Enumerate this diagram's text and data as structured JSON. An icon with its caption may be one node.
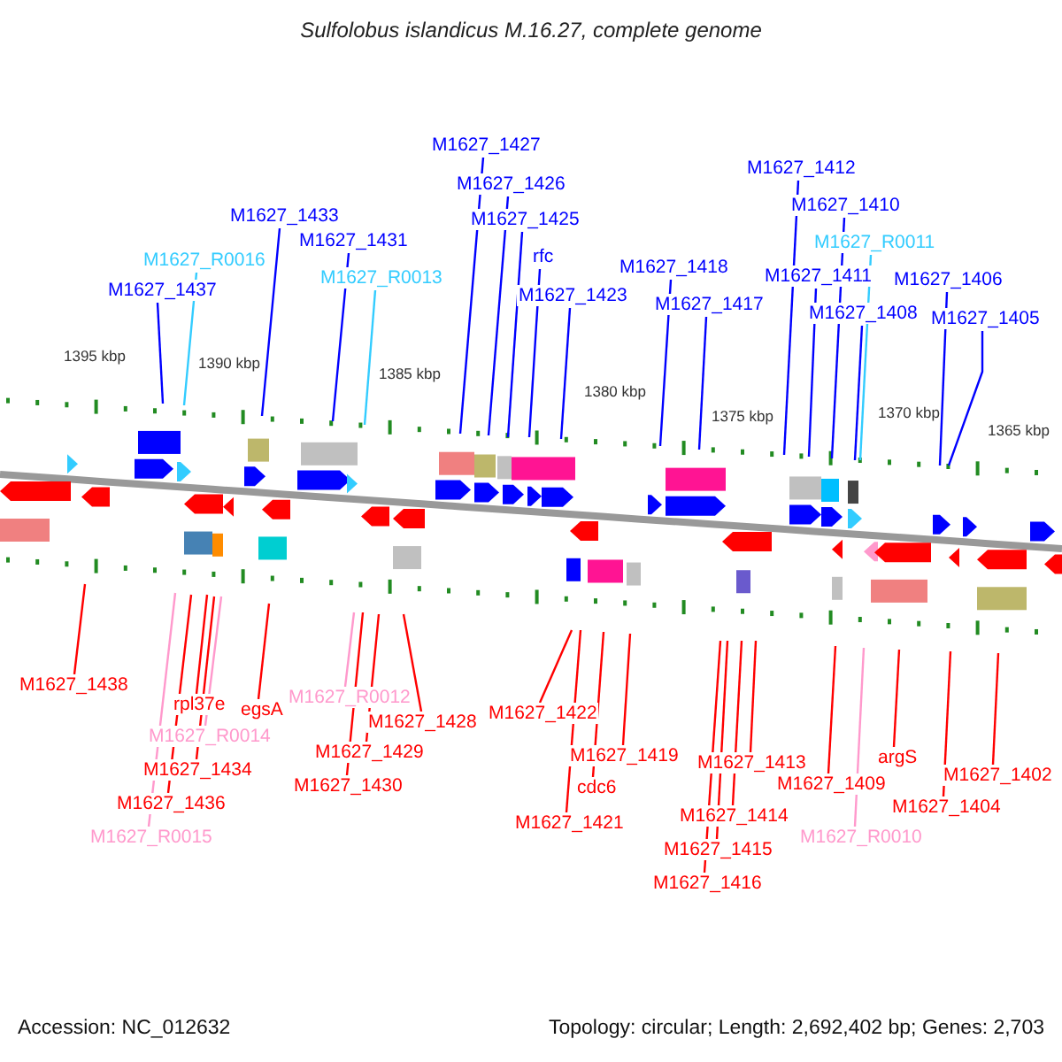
{
  "diagram": {
    "title": "Sulfolobus islandicus M.16.27, complete genome",
    "nodes": [
      {
        "text": [
          "M1627_1437"
        ]
      },
      {
        "text": [
          "M1627_R0016"
        ]
      },
      {
        "text": [
          "M1627_1433"
        ]
      },
      {
        "text": [
          "M1627_1431"
        ]
      },
      {
        "text": [
          "M1627_R0013"
        ]
      },
      {
        "text": [
          "M1627_1427"
        ]
      },
      {
        "text": [
          "M1627_1426"
        ]
      },
      {
        "text": [
          "M1627_1425"
        ]
      },
      {
        "text": [
          "rfc"
        ]
      },
      {
        "text": [
          "M1627_1423"
        ]
      },
      {
        "text": [
          "M1627_1418"
        ]
      },
      {
        "text": [
          "M1627_1417"
        ]
      },
      {
        "text": [
          "M1627_1412"
        ]
      },
      {
        "text": [
          "M1627_1410"
        ]
      },
      {
        "text": [
          "M1627_R0011"
        ]
      },
      {
        "text": [
          "M1627_1411"
        ]
      },
      {
        "text": [
          "M1627_1408"
        ]
      },
      {
        "text": [
          "M1627_1406"
        ]
      },
      {
        "text": [
          "M1627_1405"
        ]
      },
      {
        "text": [
          "M1627_1438"
        ]
      },
      {
        "text": [
          "rpl37e"
        ]
      },
      {
        "text": [
          "M1627_R0014"
        ]
      },
      {
        "text": [
          "M1627_1434"
        ]
      },
      {
        "text": [
          "M1627_1436"
        ]
      },
      {
        "text": [
          "M1627_R0015"
        ]
      },
      {
        "text": [
          "egsA"
        ]
      },
      {
        "text": [
          "M1627_R0012"
        ]
      },
      {
        "text": [
          "M1627_1428"
        ]
      },
      {
        "text": [
          "M1627_1429"
        ]
      },
      {
        "text": [
          "M1627_1430"
        ]
      },
      {
        "text": [
          "M1627_1422"
        ]
      },
      {
        "text": [
          "M1627_1419"
        ]
      },
      {
        "text": [
          "cdc6"
        ]
      },
      {
        "text": [
          "M1627_1421"
        ]
      },
      {
        "text": [
          "M1627_1413"
        ]
      },
      {
        "text": [
          "M1627_1414"
        ]
      },
      {
        "text": [
          "M1627_1415"
        ]
      },
      {
        "text": [
          "M1627_1416"
        ]
      },
      {
        "text": [
          "M1627_1409"
        ]
      },
      {
        "text": [
          "M1627_R0010"
        ]
      },
      {
        "text": [
          "argS"
        ]
      },
      {
        "text": [
          "M1627_1404"
        ]
      },
      {
        "text": [
          "M1627_1402"
        ]
      }
    ],
    "edges": [
      {
        "from": 0,
        "to": null,
        "arrow": "none",
        "color": "#0000ff"
      },
      {
        "from": 1,
        "to": null,
        "arrow": "none",
        "color": "#33ccff"
      },
      {
        "from": 2,
        "to": null,
        "arrow": "none",
        "color": "#0000ff"
      },
      {
        "from": 3,
        "to": null,
        "arrow": "none",
        "color": "#0000ff"
      },
      {
        "from": 4,
        "to": null,
        "arrow": "none",
        "color": "#33ccff"
      },
      {
        "from": 5,
        "to": null,
        "arrow": "none",
        "color": "#0000ff"
      },
      {
        "from": 6,
        "to": null,
        "arrow": "none",
        "color": "#0000ff"
      },
      {
        "from": 7,
        "to": null,
        "arrow": "none",
        "color": "#0000ff"
      },
      {
        "from": 8,
        "to": null,
        "arrow": "none",
        "color": "#0000ff"
      },
      {
        "from": 9,
        "to": null,
        "arrow": "none",
        "color": "#0000ff"
      },
      {
        "from": 10,
        "to": null,
        "arrow": "none",
        "color": "#0000ff"
      },
      {
        "from": 11,
        "to": null,
        "arrow": "none",
        "color": "#0000ff"
      },
      {
        "from": 12,
        "to": null,
        "arrow": "none",
        "color": "#0000ff"
      },
      {
        "from": 13,
        "to": null,
        "arrow": "none",
        "color": "#0000ff"
      },
      {
        "from": 14,
        "to": null,
        "arrow": "none",
        "color": "#33ccff"
      },
      {
        "from": 15,
        "to": null,
        "arrow": "none",
        "color": "#0000ff"
      },
      {
        "from": 16,
        "to": null,
        "arrow": "none",
        "color": "#0000ff"
      },
      {
        "from": 17,
        "to": null,
        "arrow": "none",
        "color": "#0000ff"
      },
      {
        "from": 18,
        "to": null,
        "arrow": "none",
        "color": "#0000ff"
      },
      {
        "from": 19,
        "to": null,
        "arrow": "none"
      },
      {
        "from": 20,
        "to": null,
        "arrow": "none"
      },
      {
        "from": 21,
        "to": null,
        "arrow": "none",
        "color": "#ff99cc"
      },
      {
        "from": 22,
        "to": null,
        "arrow": "none"
      },
      {
        "from": 23,
        "to": null,
        "arrow": "none"
      },
      {
        "from": 24,
        "to": null,
        "arrow": "none",
        "color": "#ff99cc"
      },
      {
        "from": 25,
        "to": null,
        "arrow": "none"
      },
      {
        "from": 26,
        "to": null,
        "arrow": "none",
        "color": "#ff99cc"
      },
      {
        "from": 27,
        "to": null,
        "arrow": "none"
      },
      {
        "from": 28,
        "to": null,
        "arrow": "none"
      },
      {
        "from": 29,
        "to": null,
        "arrow": "none"
      },
      {
        "from": 30,
        "to": null,
        "arrow": "none"
      },
      {
        "from": 31,
        "to": null,
        "arrow": "none"
      },
      {
        "from": 32,
        "to": null,
        "arrow": "none"
      },
      {
        "from": 33,
        "to": null,
        "arrow": "none"
      },
      {
        "from": 34,
        "to": null,
        "arrow": "none"
      },
      {
        "from": 35,
        "to": null,
        "arrow": "none"
      },
      {
        "from": 36,
        "to": null,
        "arrow": "none"
      },
      {
        "from": 37,
        "to": null,
        "arrow": "none"
      },
      {
        "from": 38,
        "to": null,
        "arrow": "none"
      },
      {
        "from": 39,
        "to": null,
        "arrow": "none",
        "color": "#ff99cc"
      },
      {
        "from": 40,
        "to": null,
        "arrow": "none"
      },
      {
        "from": 41,
        "to": null,
        "arrow": "none"
      },
      {
        "from": 42,
        "to": null,
        "arrow": "none"
      }
    ],
    "labels": [
      "1395 kbp",
      "1390 kbp",
      "1385 kbp",
      "1380 kbp",
      "1375 kbp",
      "1370 kbp",
      "1365 kbp",
      "Accession: NC_012632",
      "Topology: circular; Length: 2,692,402 bp; Genes: 2,703"
    ]
  }
}
